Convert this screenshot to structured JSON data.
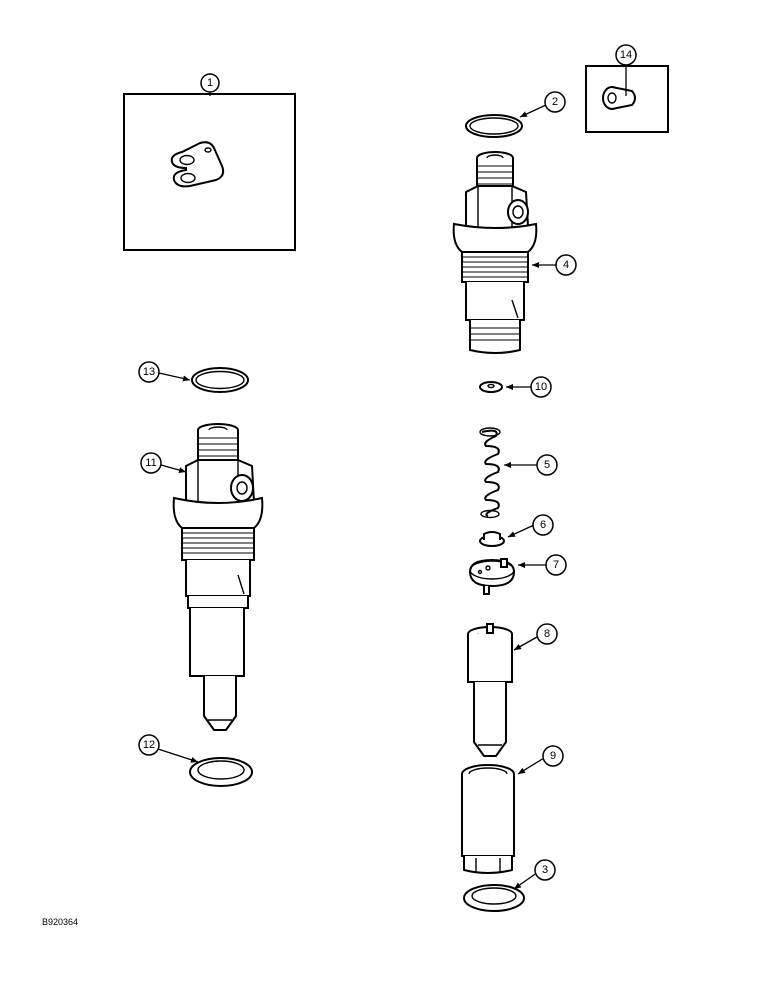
{
  "figure_code": "B920364",
  "callouts": {
    "c1": "1",
    "c2": "2",
    "c3": "3",
    "c4": "4",
    "c5": "5",
    "c6": "6",
    "c7": "7",
    "c8": "8",
    "c9": "9",
    "c10": "10",
    "c11": "11",
    "c12": "12",
    "c13": "13",
    "c14": "14"
  }
}
